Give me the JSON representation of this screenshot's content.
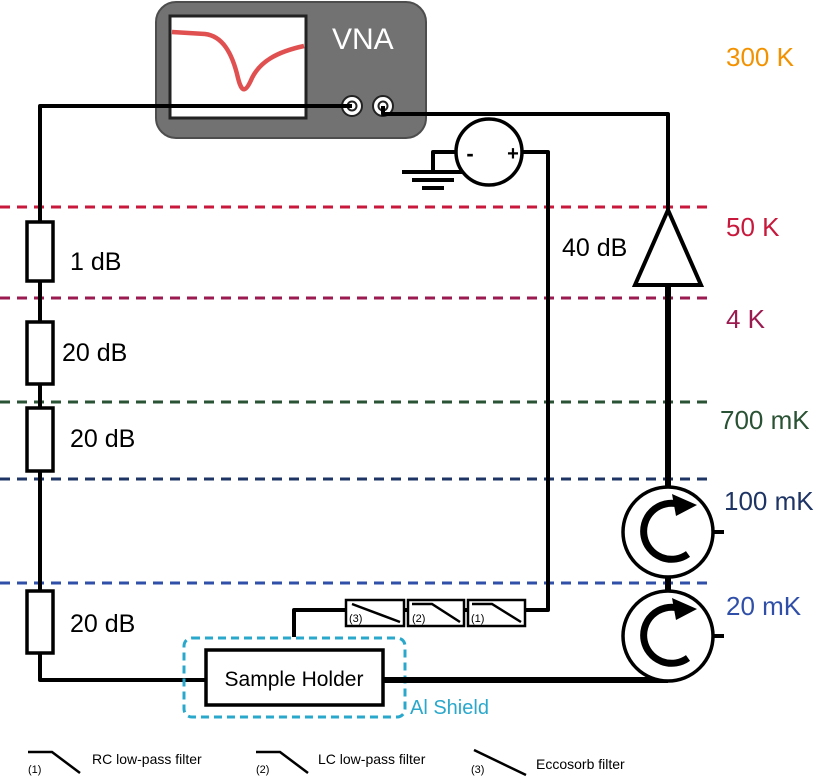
{
  "instrument": {
    "name": "VNA"
  },
  "temperature_stages": [
    {
      "label": "300 K",
      "color": "#f39200"
    },
    {
      "label": "50 K",
      "color": "#c8193c"
    },
    {
      "label": "4 K",
      "color": "#9b1a4f"
    },
    {
      "label": "700 mK",
      "color": "#2a5234"
    },
    {
      "label": "100 mK",
      "color": "#1e3464"
    },
    {
      "label": "20 mK",
      "color": "#2f4fa8"
    }
  ],
  "attenuators": [
    {
      "label": "1 dB"
    },
    {
      "label": "20 dB"
    },
    {
      "label": "20 dB"
    },
    {
      "label": "20 dB"
    }
  ],
  "amplifier": {
    "label": "40 dB"
  },
  "dc_source": {
    "minus": "-",
    "plus": "+"
  },
  "sample_holder": {
    "label": "Sample Holder"
  },
  "shield": {
    "label": "Al Shield",
    "color": "#29a8cc"
  },
  "filter_chain": [
    {
      "number": "(3)"
    },
    {
      "number": "(2)"
    },
    {
      "number": "(1)"
    }
  ],
  "legend": [
    {
      "number": "(1)",
      "label": "RC low-pass filter"
    },
    {
      "number": "(2)",
      "label": "LC low-pass filter"
    },
    {
      "number": "(3)",
      "label": "Eccosorb filter"
    }
  ],
  "colors": {
    "screen_trace": "#e05050",
    "vna_body": "#727272",
    "wire": "#000000"
  }
}
